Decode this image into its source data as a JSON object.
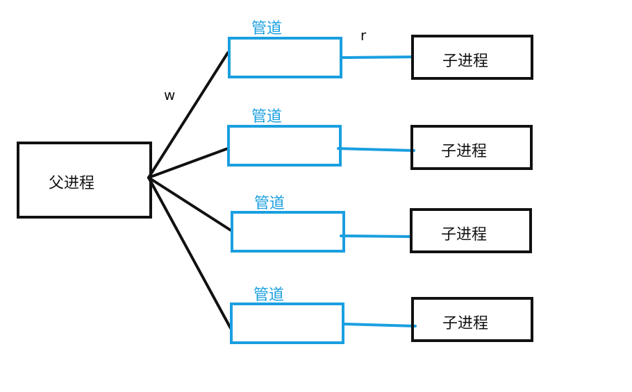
{
  "colors": {
    "ink": "#111111",
    "pipe": "#1a9fe0",
    "background": "#ffffff"
  },
  "parent": {
    "label": "父进程"
  },
  "write_end_label": "w",
  "read_end_label": "r",
  "pipes": [
    {
      "label": "管道"
    },
    {
      "label": "管道"
    },
    {
      "label": "管道"
    },
    {
      "label": "管道"
    }
  ],
  "children": [
    {
      "label": "子进程"
    },
    {
      "label": "子进程"
    },
    {
      "label": "子进程"
    },
    {
      "label": "子进程"
    }
  ]
}
